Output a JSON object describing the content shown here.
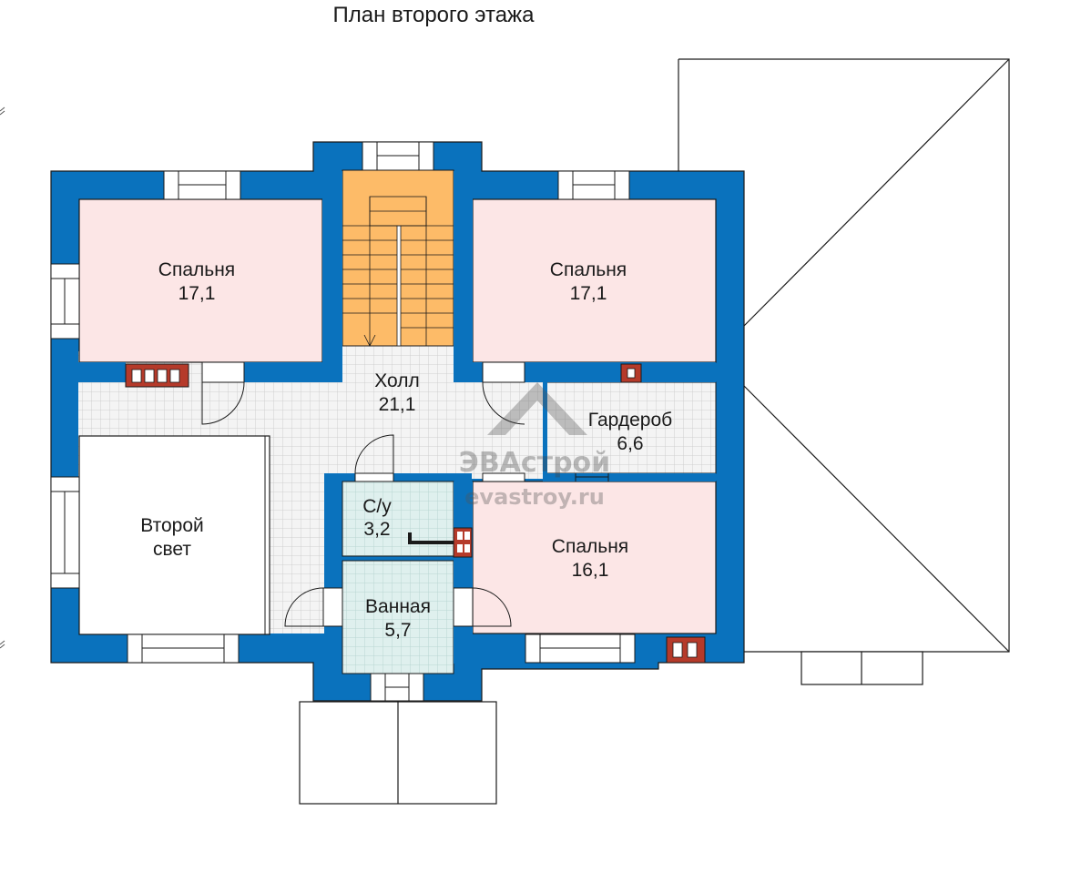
{
  "plan": {
    "title": "План второго этажа",
    "rooms": [
      {
        "id": "bedroom-nw",
        "name": "Спальня",
        "area": "17,1"
      },
      {
        "id": "bedroom-ne",
        "name": "Спальня",
        "area": "17,1"
      },
      {
        "id": "hall",
        "name": "Холл",
        "area": "21,1"
      },
      {
        "id": "wardrobe",
        "name": "Гардероб",
        "area": "6,6"
      },
      {
        "id": "second-light",
        "name": "Второй",
        "name2": "свет"
      },
      {
        "id": "wc",
        "name": "С/у",
        "area": "3,2"
      },
      {
        "id": "bedroom-se",
        "name": "Спальня",
        "area": "16,1"
      },
      {
        "id": "bathroom",
        "name": "Ванная",
        "area": "5,7"
      }
    ]
  },
  "watermark": {
    "brand": "ЭВАстрой",
    "url": "evastroy.ru"
  },
  "colors": {
    "wall": "#0a72bd",
    "bedroom": "#fce6e6",
    "stairs": "#fdbb68",
    "tile_floor": "#f2f2f2",
    "wet_floor": "#dff0ee",
    "chimney": "#b53a2a",
    "roof_line": "#1a1a1a"
  }
}
